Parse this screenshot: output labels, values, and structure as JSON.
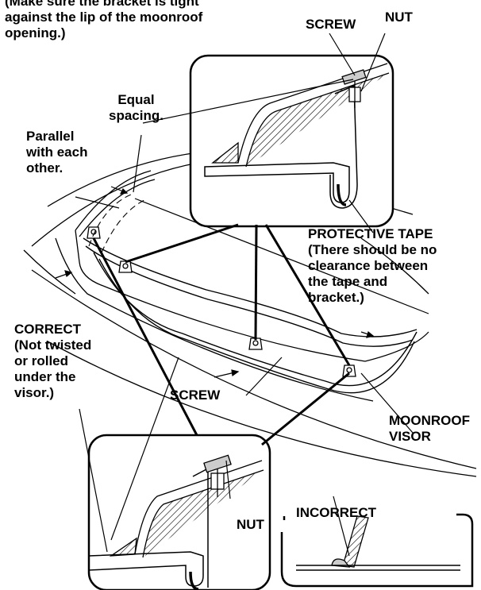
{
  "labels": {
    "bracket_note": "(Make sure the bracket is tight\nagainst the lip of the moonroof\nopening.)",
    "screw_top": "SCREW",
    "nut_top": "NUT",
    "equal_spacing": "Equal\nspacing.",
    "parallel": "Parallel\nwith each\nother.",
    "protective_tape": "PROTECTIVE TAPE\n(There should be no\nclearance between\nthe tape and\nbracket.)",
    "correct": "CORRECT\n(Not twisted\nor rolled\nunder the\nvisor.)",
    "screw_mid": "SCREW",
    "moonroof_visor": "MOONROOF\nVISOR",
    "nut_bottom": "NUT",
    "incorrect": "INCORRECT"
  }
}
